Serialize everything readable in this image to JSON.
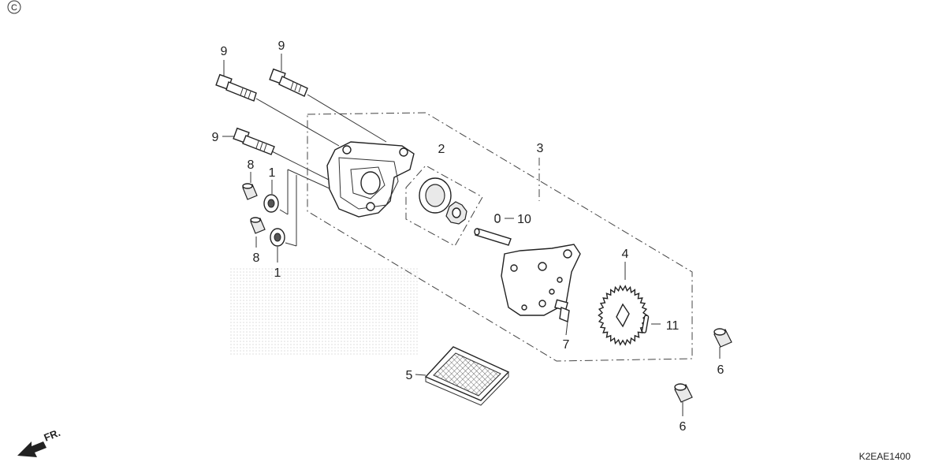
{
  "copyright_symbol": "©",
  "drawing_code": "K2EAE1400",
  "direction_label": "FR.",
  "callouts": {
    "c1a": "1",
    "c1b": "1",
    "c2": "2",
    "c3": "3",
    "c4": "4",
    "c5": "5",
    "c6a": "6",
    "c6b": "6",
    "c7": "7",
    "c8a": "8",
    "c8b": "8",
    "c9a": "9",
    "c9b": "9",
    "c9c": "9",
    "c10": "10",
    "c11": "11"
  },
  "colors": {
    "line": "#222222",
    "background": "#ffffff",
    "watermark": "#cccccc"
  },
  "icons": {
    "direction": "arrow-front-left-icon",
    "copyright": "copyright-icon"
  }
}
